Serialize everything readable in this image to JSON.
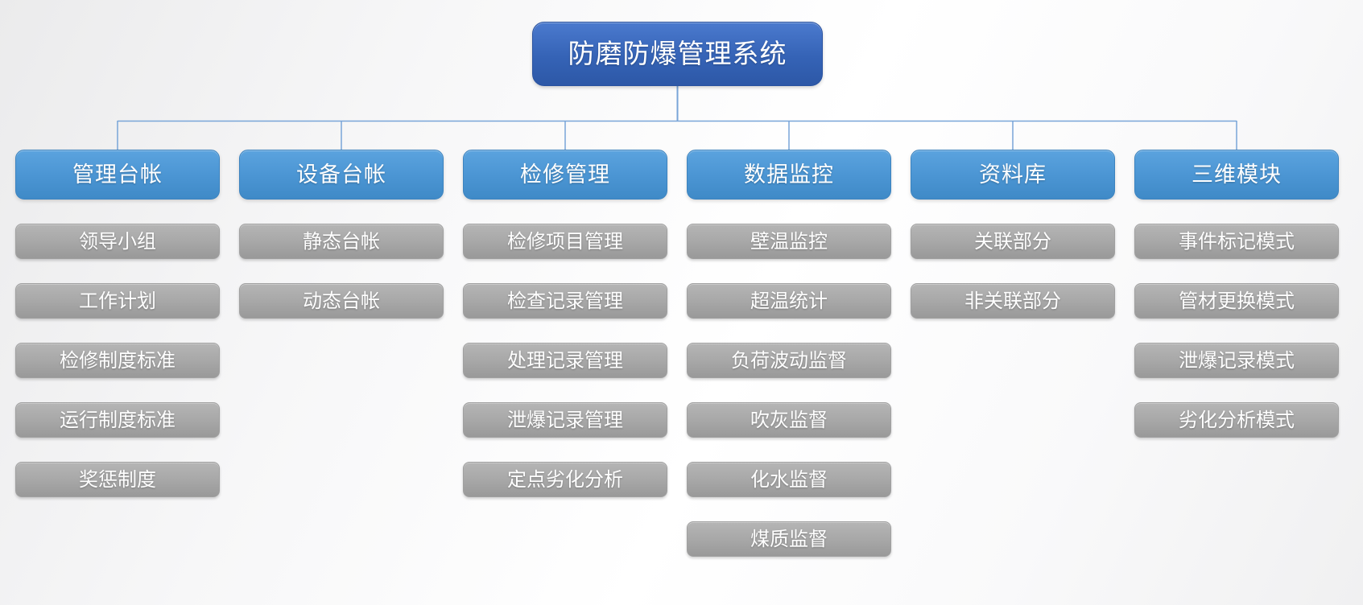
{
  "diagram": {
    "title": "防磨防爆管理系统",
    "columns": [
      {
        "label": "管理台帐",
        "items": [
          "领导小组",
          "工作计划",
          "检修制度标准",
          "运行制度标准",
          "奖惩制度"
        ]
      },
      {
        "label": "设备台帐",
        "items": [
          "静态台帐",
          "动态台帐"
        ]
      },
      {
        "label": "检修管理",
        "items": [
          "检修项目管理",
          "检查记录管理",
          "处理记录管理",
          "泄爆记录管理",
          "定点劣化分析"
        ]
      },
      {
        "label": "数据监控",
        "items": [
          "壁温监控",
          "超温统计",
          "负荷波动监督",
          "吹灰监督",
          "化水监督",
          "煤质监督"
        ]
      },
      {
        "label": "资料库",
        "items": [
          "关联部分",
          "非关联部分"
        ]
      },
      {
        "label": "三维模块",
        "items": [
          "事件标记模式",
          "管材更换模式",
          "泄爆记录模式",
          "劣化分析模式"
        ]
      }
    ]
  },
  "colors": {
    "title_top": "#4b7ace",
    "title_bottom": "#2d58a7",
    "branch_top": "#5ba3de",
    "branch_bottom": "#3f8ac7",
    "leaf_top": "#b5b5b5",
    "leaf_bottom": "#999999",
    "connector": "#79a5d8",
    "text": "#ffffff"
  }
}
